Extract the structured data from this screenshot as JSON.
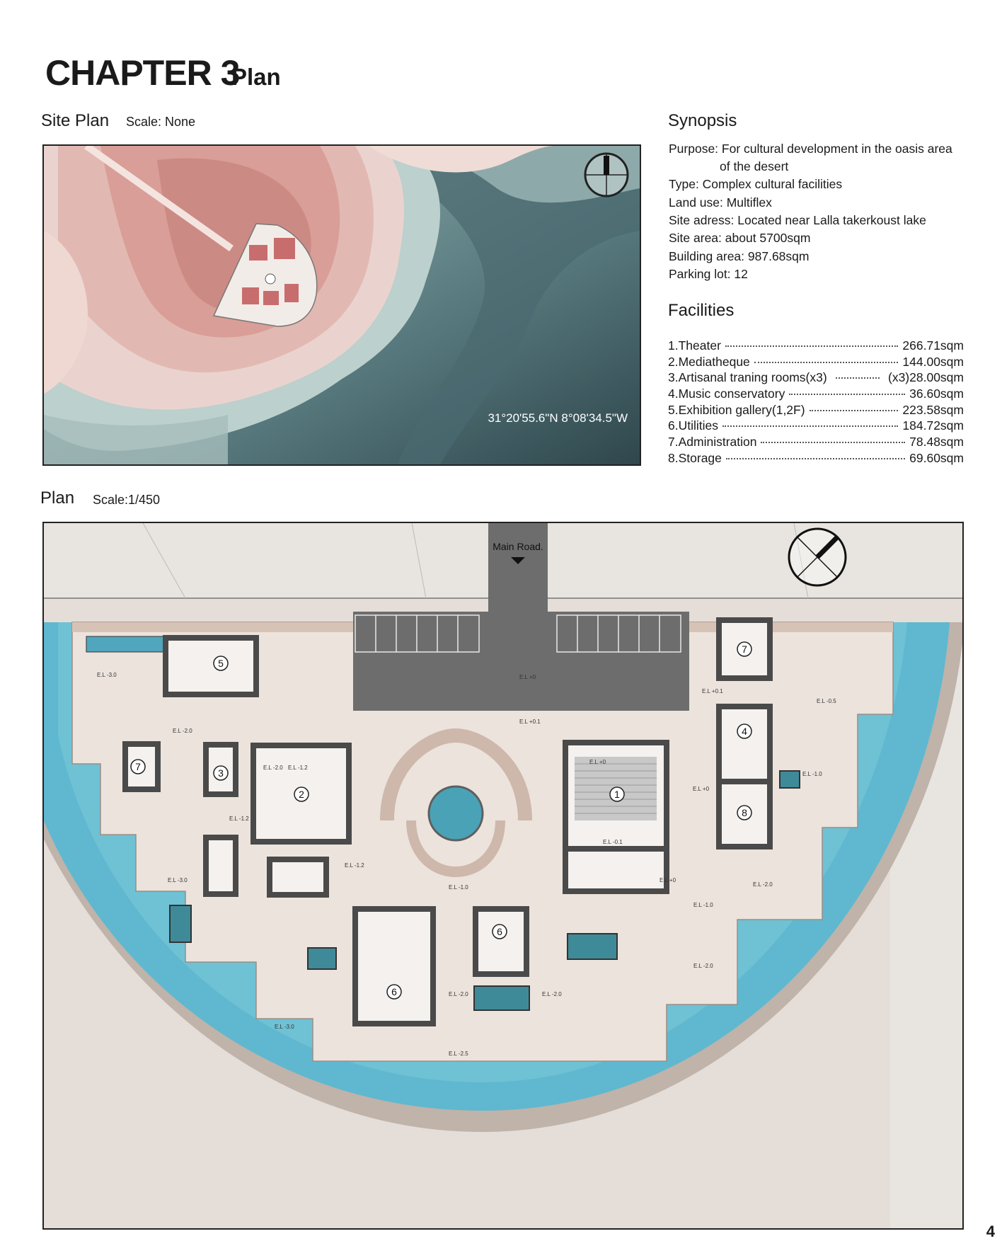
{
  "header": {
    "chapter": "CHAPTER 3",
    "subtitle": "Plan"
  },
  "site_plan": {
    "title": "Site Plan",
    "scale": "Scale: None",
    "coordinates": "31°20'55.6\"N 8°08'34.5\"W"
  },
  "synopsis": {
    "title": "Synopsis",
    "lines": [
      "Purpose: For cultural development in the oasis area",
      "of the desert",
      "Type: Complex cultural facilities",
      "Land use: Multiflex",
      "Site adress: Located near Lalla takerkoust lake",
      "Site area: about 5700sqm",
      "Building area: 987.68sqm",
      "Parking lot: 12"
    ]
  },
  "facilities": {
    "title": "Facilities",
    "items": [
      {
        "name": "1.Theater",
        "area": "266.71sqm"
      },
      {
        "name": "2.Mediatheque",
        "area": "144.00sqm"
      },
      {
        "name": "3.Artisanal traning rooms(x3)",
        "area": "(x3)28.00sqm"
      },
      {
        "name": "4.Music conservatory",
        "area": "36.60sqm"
      },
      {
        "name": "5.Exhibition gallery(1,2F)",
        "area": "223.58sqm"
      },
      {
        "name": "6.Utilities",
        "area": "184.72sqm"
      },
      {
        "name": "7.Administration",
        "area": "78.48sqm"
      },
      {
        "name": "8.Storage",
        "area": "69.60sqm"
      }
    ]
  },
  "plan": {
    "title": "Plan",
    "scale": "Scale:1/450",
    "road_label": "Main Road.",
    "room_numbers": [
      "1",
      "2",
      "3",
      "4",
      "5",
      "6",
      "6",
      "7",
      "7",
      "8"
    ],
    "elevations": [
      "E.L +0",
      "E.L +0.1",
      "E.L -3.0",
      "E.L -2.0",
      "E.L -2.0",
      "E.L -1.2",
      "E.L -1.2",
      "E.L -1.2",
      "E.L +0",
      "E.L +0.1",
      "E.L -0.5",
      "E.L -1.0",
      "E.L +0",
      "E.L -0.1",
      "E.L +0",
      "E.L -1.0",
      "E.L -1.0",
      "E.L -2.0",
      "E.L -3.0",
      "E.L -2.0",
      "E.L -2.0",
      "E.L -2.0",
      "E.L -3.0",
      "E.L -2.5"
    ]
  },
  "page_number": "4",
  "colors": {
    "water": "#5fb8cf",
    "terrain_pink": "#d9a8a2",
    "lake_dark": "#3e5a60",
    "paving": "#ece3dc",
    "wall": "#4a4a4a",
    "asphalt": "#6d6d6d"
  }
}
